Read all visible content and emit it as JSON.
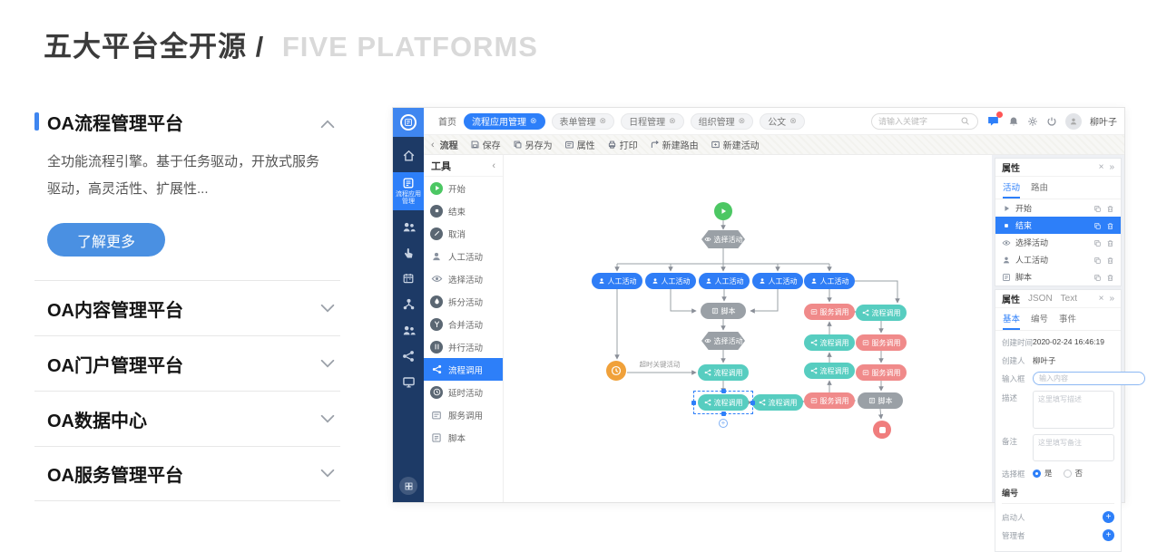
{
  "header": {
    "title_zh": "五大平台全开源 /",
    "title_en": "FIVE PLATFORMS"
  },
  "accordion": {
    "expanded": {
      "title": "OA流程管理平台",
      "description": "全功能流程引擎。基于任务驱动，开放式服务驱动，高灵活性、扩展性...",
      "button_label": "了解更多"
    },
    "collapsed": [
      {
        "title": "OA内容管理平台"
      },
      {
        "title": "OA门户管理平台"
      },
      {
        "title": "OA数据中心"
      },
      {
        "title": "OA服务管理平台"
      }
    ]
  },
  "app": {
    "tabs": {
      "home": "首页",
      "active": "流程应用管理",
      "others": [
        "表单管理",
        "日程管理",
        "组织管理",
        "公文"
      ]
    },
    "topbar": {
      "search_placeholder": "请输入关键字",
      "username": "柳叶子"
    },
    "toolbar": {
      "back_label": "流程",
      "save": "保存",
      "save_as": "另存为",
      "props": "属性",
      "print": "打印",
      "new_route": "新建路由",
      "new_activity": "新建活动"
    },
    "sidebar": {
      "active_label": "流程应用管理"
    },
    "tools": {
      "title": "工具",
      "items": [
        "开始",
        "结束",
        "取消",
        "人工活动",
        "选择活动",
        "拆分活动",
        "合并活动",
        "并行活动",
        "流程调用",
        "延时活动",
        "服务调用",
        "脚本"
      ]
    },
    "panel_activities": {
      "title": "属性",
      "tab_activity": "活动",
      "tab_route": "路由",
      "rows": [
        {
          "label": "开始"
        },
        {
          "label": "结束"
        },
        {
          "label": "选择活动"
        },
        {
          "label": "人工活动"
        },
        {
          "label": "脚本"
        }
      ]
    },
    "panel_props": {
      "title": "属性",
      "tab_json": "JSON",
      "tab_text": "Text",
      "tab_basic": "基本",
      "tab_number": "编号",
      "tab_event": "事件",
      "created_label": "创建时间",
      "created_value": "2020-02-24 16:46:19",
      "creator_label": "创建人",
      "creator_value": "柳叶子",
      "input_label": "输入框",
      "input_placeholder": "输入内容",
      "desc_label": "描述",
      "desc_placeholder": "这里填写描述",
      "memo_label": "备注",
      "memo_placeholder": "这里填写备注",
      "radio_label": "选择框",
      "radio_yes": "是",
      "radio_no": "否",
      "section_number": "编号",
      "row_starter": "启动人",
      "row_manager": "管理者"
    },
    "flow": {
      "labels": {
        "manual": "人工活动",
        "choice": "选择活动",
        "route": "流程调用",
        "invoke": "服务调用",
        "script": "脚本"
      },
      "timeout_label": "超时关键活动"
    },
    "colors": {
      "accent": "#2d7ff9",
      "node_blue": "#2f7df6",
      "node_teal": "#57cdc0",
      "node_red": "#f08a8a",
      "node_green": "#4cc763",
      "node_orange": "#f0a13a",
      "node_gray": "#9aa0a6"
    }
  }
}
